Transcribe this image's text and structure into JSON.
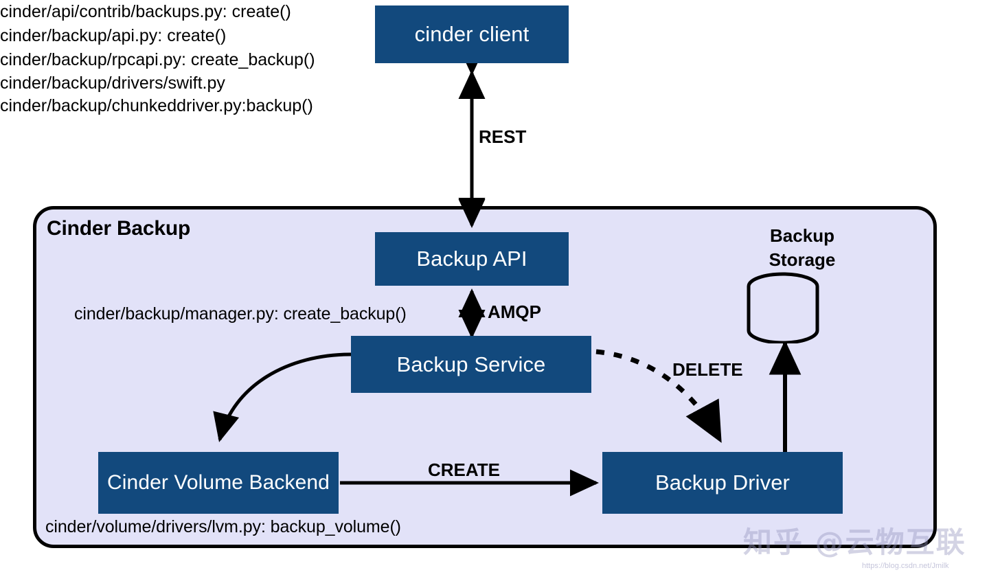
{
  "diagram": {
    "title": "Cinder Backup",
    "region_label": "Cinder Backup",
    "nodes": {
      "cinder_client": "cinder client",
      "backup_api": "Backup API",
      "backup_service": "Backup Service",
      "cinder_volume_backend": "Cinder Volume Backend",
      "backup_driver": "Backup Driver",
      "backup_storage": "Backup\nStorage",
      "backup_storage_line1": "Backup",
      "backup_storage_line2": "Storage"
    },
    "edges": {
      "rest": "REST",
      "amqp": "AMQP",
      "delete": "DELETE",
      "create": "CREATE"
    },
    "rest_paths": [
      "cinder/api/contrib/backups.py: create()",
      "cinder/backup/api.py: create()",
      "cinder/backup/rpcapi.py: create_backup()"
    ],
    "manager_path": "cinder/backup/manager.py: create_backup()",
    "lvm_path": "cinder/volume/drivers/lvm.py: backup_volume()",
    "driver_paths": [
      "cinder/backup/drivers/swift.py",
      "cinder/backup/chunkeddriver.py:backup()"
    ],
    "watermark": "知乎 @云物互联",
    "watermark_small": "https://blog.csdn.net/Jmilk",
    "colors": {
      "node_fill": "#12497d",
      "node_text": "#ffffff",
      "region_fill": "#e2e2f8",
      "region_border": "#000000",
      "arrow": "#000000"
    }
  }
}
